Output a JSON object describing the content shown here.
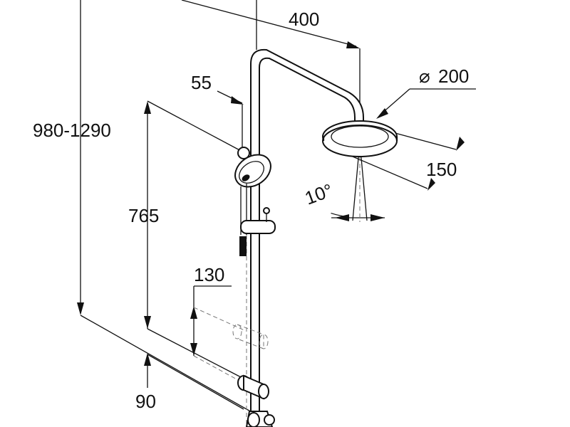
{
  "dimensions": {
    "arm_length": "400",
    "head_diameter_symbol": "⌀",
    "head_diameter": "200",
    "rail_offset": "55",
    "total_height": "980-1290",
    "head_height": "150",
    "spray_angle": "10°",
    "hand_shower_height": "765",
    "bracket_spacing": "130",
    "bottom_offset": "90"
  }
}
